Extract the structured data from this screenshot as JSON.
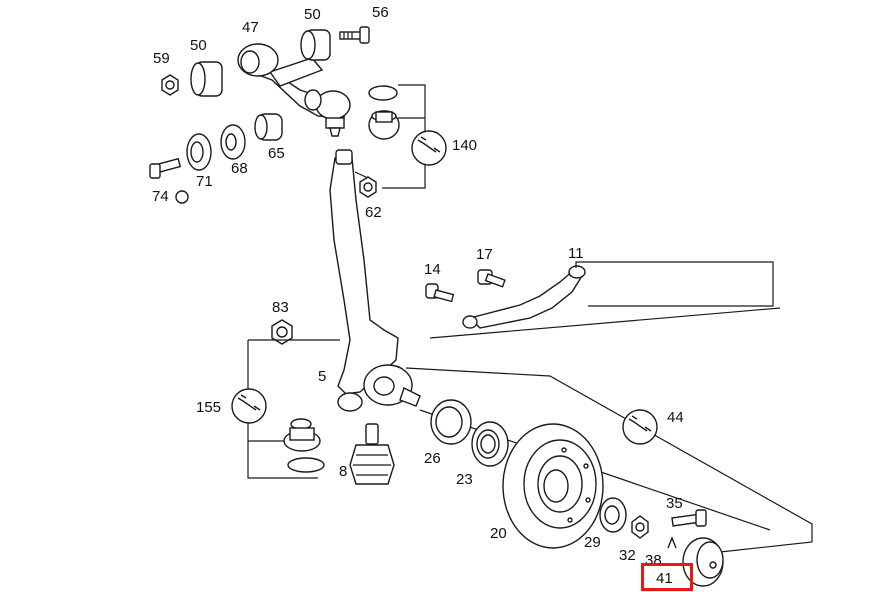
{
  "labels": {
    "p47": "47",
    "p50a": "50",
    "p56": "56",
    "p59": "59",
    "p50b": "50",
    "p65": "65",
    "p68": "68",
    "p71": "71",
    "p74": "74",
    "p140": "140",
    "p62": "62",
    "p17": "17",
    "p11": "11",
    "p14": "14",
    "p83": "83",
    "p5": "5",
    "p155": "155",
    "p44": "44",
    "p8": "8",
    "p26": "26",
    "p23": "23",
    "p20": "20",
    "p35": "35",
    "p29": "29",
    "p32": "32",
    "p38": "38",
    "p41": "41"
  },
  "highlight": {
    "part": "41",
    "color": "#e41a1a"
  },
  "icons": [
    "wrench-icon",
    "wrench-icon",
    "wrench-icon"
  ]
}
